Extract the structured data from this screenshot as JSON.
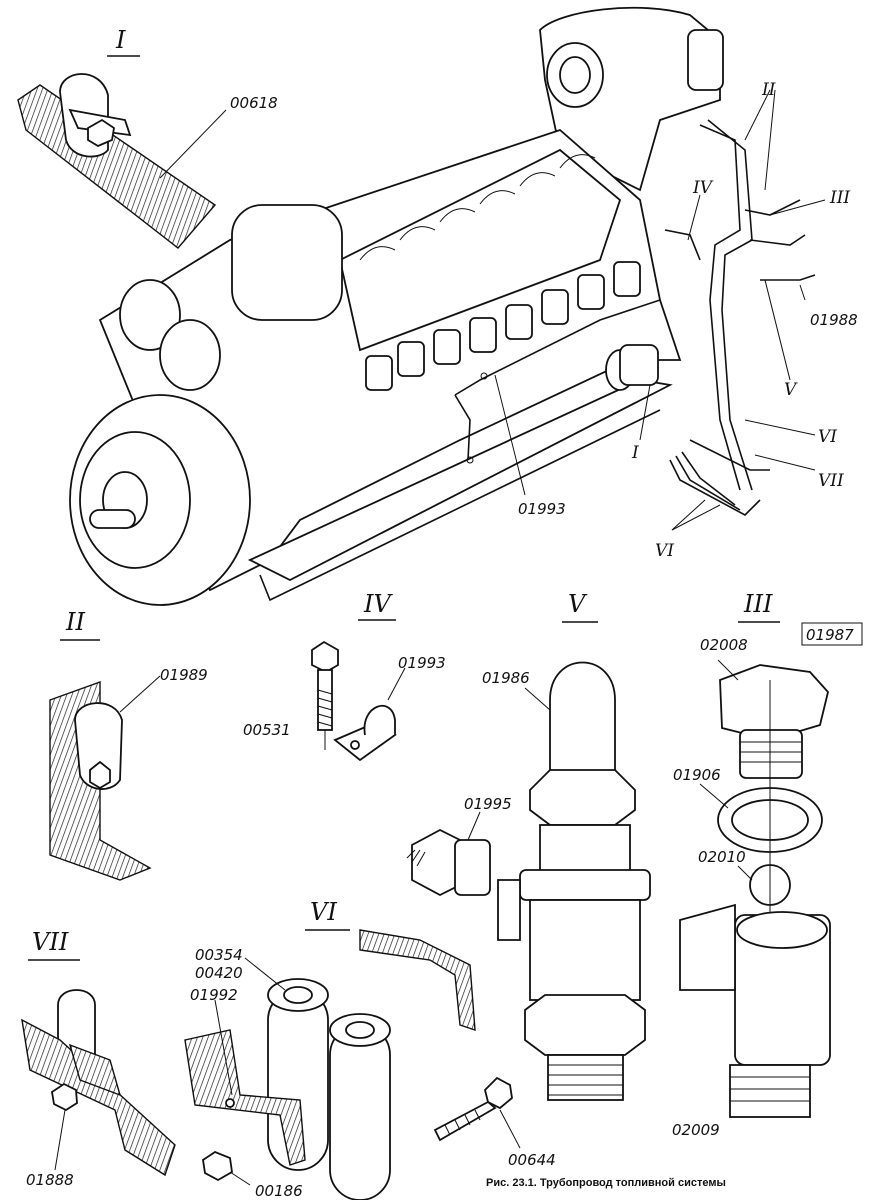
{
  "figure": {
    "caption": "Рис. 23.1. Трубопровод топливной системы",
    "views": {
      "I": "I",
      "II": "II",
      "III": "III",
      "IV": "IV",
      "V": "V",
      "VI": "VI",
      "VII": "VII"
    },
    "engine_callouts": {
      "II": "II",
      "III": "III",
      "IV": "IV",
      "V": "V",
      "VI_a": "VI",
      "VII": "VII",
      "VI_b": "VI",
      "I": "I"
    },
    "parts": {
      "p00618": "00618",
      "p01988": "01988",
      "p01993_main": "01993",
      "p01989": "01989",
      "p00531": "00531",
      "p01993_iv": "01993",
      "p01986": "01986",
      "p01995": "01995",
      "p02008": "02008",
      "p01987": "01987",
      "p01906": "01906",
      "p02010": "02010",
      "p02009": "02009",
      "p00354": "00354",
      "p00420": "00420",
      "p01992": "01992",
      "p00644": "00644",
      "p00186": "00186",
      "p01888": "01888"
    }
  }
}
